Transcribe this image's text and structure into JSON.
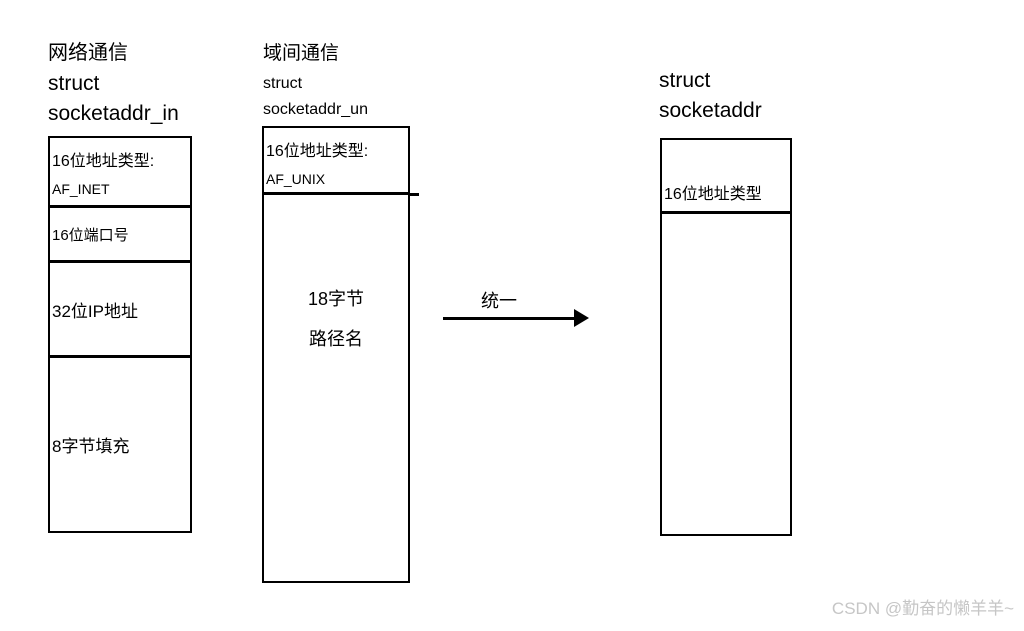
{
  "colors": {
    "background": "#ffffff",
    "line": "#000000",
    "text": "#000000",
    "watermark": "#c6c6c6"
  },
  "left": {
    "category": "网络通信",
    "keyword": "struct",
    "name": "socketaddr_in",
    "type_label": "16位地址类型:",
    "type_value": "AF_INET",
    "port_field": "16位端口号",
    "ip_field": "32位IP地址",
    "pad_field": "8字节填充"
  },
  "middle": {
    "category": "域间通信",
    "keyword": "struct",
    "name": "socketaddr_un",
    "type_label": "16位地址类型:",
    "type_value": "AF_UNIX",
    "path_line1": "18字节",
    "path_line2": "路径名"
  },
  "right": {
    "keyword": "struct",
    "name": "socketaddr",
    "type_label": "16位地址类型"
  },
  "arrow": {
    "label": "统一"
  },
  "watermark": {
    "text": "CSDN @勤奋的懒羊羊~"
  }
}
